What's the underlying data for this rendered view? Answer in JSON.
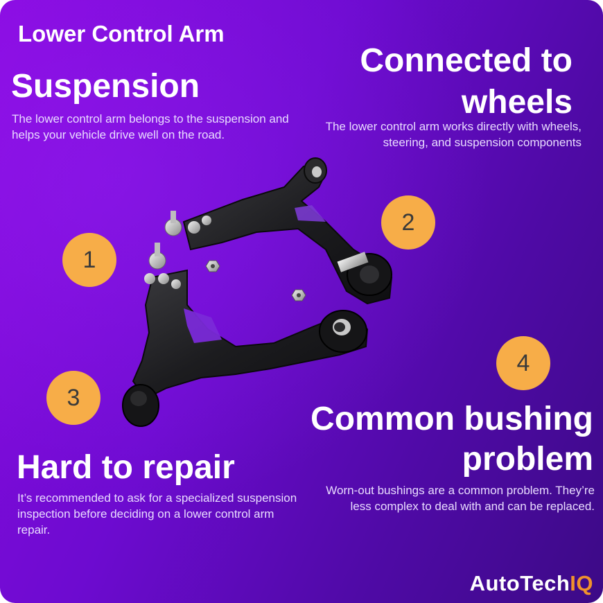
{
  "title": "Lower Control Arm",
  "sections": [
    {
      "number": "1",
      "heading": "Suspension",
      "text": "The lower control arm belongs to the suspension and helps your vehicle drive well on the road."
    },
    {
      "number": "2",
      "heading": "Connected to wheels",
      "text": "The lower control arm works directly with wheels, steering, and suspension components"
    },
    {
      "number": "3",
      "heading": "Hard to repair",
      "text": "It’s recommended to ask for a specialized suspension inspection before deciding on a lower control arm repair."
    },
    {
      "number": "4",
      "heading": "Common bushing problem",
      "text": "Worn-out bushings are a common problem. They’re less complex to deal with and can be replaced."
    }
  ],
  "logo": {
    "part1": "AutoTech",
    "part2": "IQ"
  },
  "colors": {
    "badge": "#f7ad48",
    "logo_accent": "#f0922c",
    "background_start": "#8a0ae0",
    "background_end": "#3c0a86"
  }
}
